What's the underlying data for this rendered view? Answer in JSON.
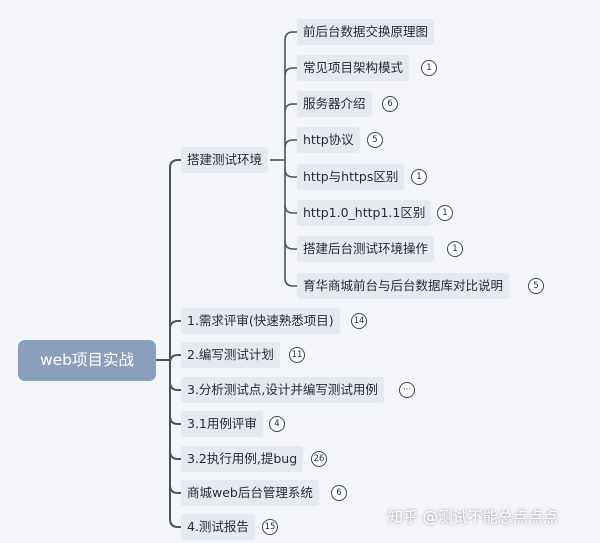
{
  "root": {
    "label": "web项目实战"
  },
  "branch": {
    "label": "搭建测试环境",
    "children": [
      {
        "label": "前后台数据交换原理图",
        "count": ""
      },
      {
        "label": "常见项目架构模式",
        "count": "1"
      },
      {
        "label": "服务器介绍",
        "count": "6"
      },
      {
        "label": "http协议",
        "count": "5"
      },
      {
        "label": "http与https区别",
        "count": "1"
      },
      {
        "label": "http1.0_http1.1区别",
        "count": "1"
      },
      {
        "label": "搭建后台测试环境操作",
        "count": "1"
      },
      {
        "label": "育华商城前台与后台数据库对比说明",
        "count": "5"
      }
    ]
  },
  "items": [
    {
      "label": "1.需求评审(快速熟悉项目)",
      "count": "14"
    },
    {
      "label": "2.编写测试计划",
      "count": "11"
    },
    {
      "label": "3.分析测试点,设计并编写测试用例",
      "count": "···"
    },
    {
      "label": "3.1用例评审",
      "count": "4"
    },
    {
      "label": "3.2执行用例,提bug",
      "count": "26"
    },
    {
      "label": "商城web后台管理系统",
      "count": "6"
    },
    {
      "label": "4.测试报告",
      "count": "15"
    }
  ],
  "watermark": "知乎 @测试不能总点点点",
  "colors": {
    "line": "#4a5460",
    "node_bg": "#e6eaf0",
    "root_bg": "#8a9fbc"
  }
}
